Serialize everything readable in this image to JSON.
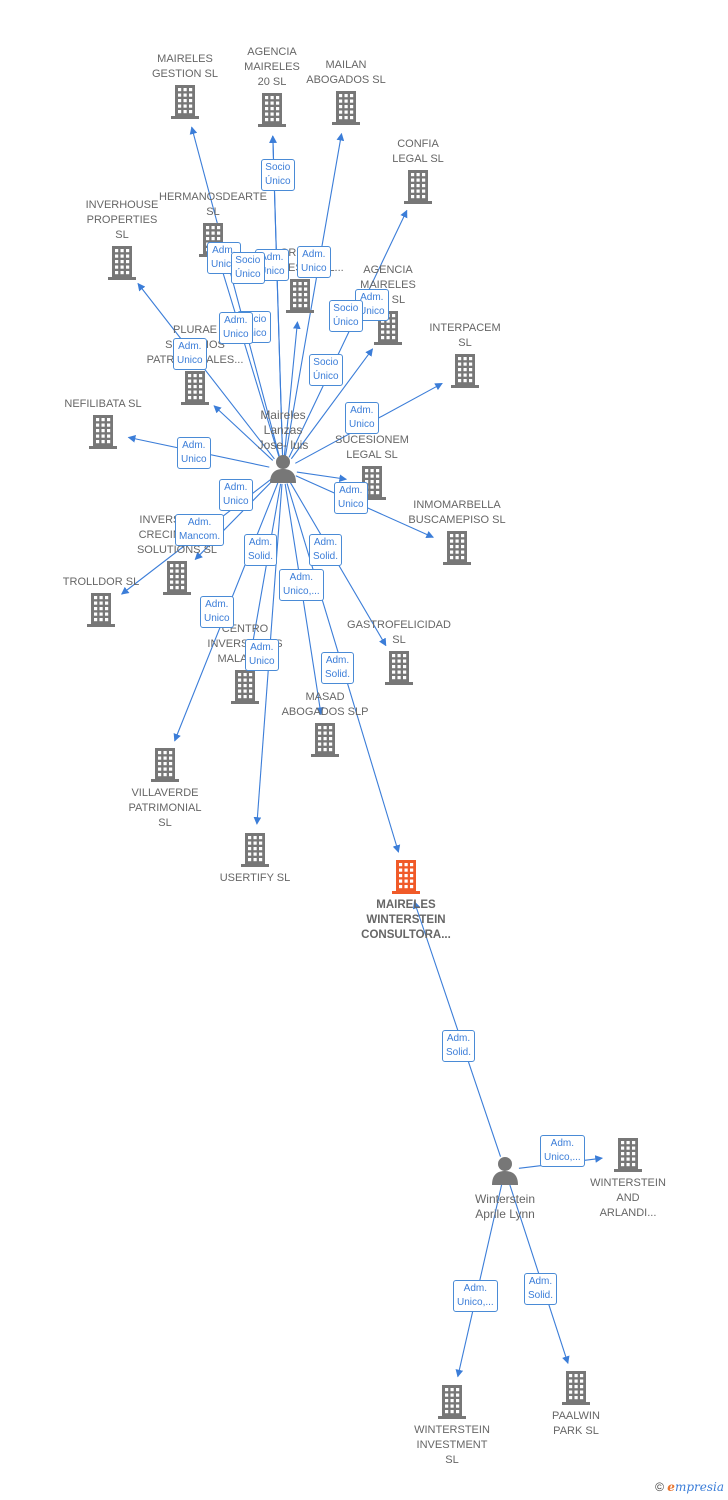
{
  "colors": {
    "edge": "#3b7dd8",
    "building": "#777777",
    "focus": "#f05a28",
    "person": "#777777"
  },
  "persons": [
    {
      "id": "p1",
      "label": "Maireles\nLanzas\nJose- luis"
    },
    {
      "id": "p2",
      "label": "Winterstein\nAprile Lynn"
    }
  ],
  "companies": [
    {
      "id": "c1",
      "label": "MAIRELES\nGESTION  SL"
    },
    {
      "id": "c2",
      "label": "AGENCIA\nMAIRELES\n20  SL"
    },
    {
      "id": "c3",
      "label": "MAILAN\nABOGADOS  SL"
    },
    {
      "id": "c4",
      "label": "CONFIA\nLEGAL  SL"
    },
    {
      "id": "c5",
      "label": "HERMANOSDEARTE\nSL"
    },
    {
      "id": "c6",
      "label": "INVERHOUSE\nPROPERTIES\nSL"
    },
    {
      "id": "c7",
      "label": "GRUPO\nEMPRESARIAL..."
    },
    {
      "id": "c8",
      "label": "AGENCIA\nMAIRELES\nXXI  SL"
    },
    {
      "id": "c9",
      "label": "INTERPACEM\nSL"
    },
    {
      "id": "c10",
      "label": "PLURAE\nSERVICIOS\nPATRIMONIALES..."
    },
    {
      "id": "c11",
      "label": "NEFILIBATA  SL"
    },
    {
      "id": "c12",
      "label": "SUCESIONEM\nLEGAL  SL"
    },
    {
      "id": "c13",
      "label": "INMOMARBELLA\nBUSCAMEPISO SL"
    },
    {
      "id": "c14",
      "label": "INVERSIONES\nCRECIMIENTO\nSOLUTIONS SL"
    },
    {
      "id": "c15",
      "label": "TROLLDOR  SL"
    },
    {
      "id": "c16",
      "label": "GASTROFELICIDAD\nSL"
    },
    {
      "id": "c17",
      "label": "CENTRO\nINVERSIONES\nMALAGA..."
    },
    {
      "id": "c18",
      "label": "MASAD\nABOGADOS SLP"
    },
    {
      "id": "c19",
      "label": "VILLAVERDE\nPATRIMONIAL\nSL"
    },
    {
      "id": "c20",
      "label": "USERTIFY  SL"
    },
    {
      "id": "c21",
      "label": "MAIRELES\nWINTERSTEIN\nCONSULTORA..."
    },
    {
      "id": "c22",
      "label": "WINTERSTEIN\nAND\nARLANDI..."
    },
    {
      "id": "c23",
      "label": "WINTERSTEIN\nINVESTMENT\nSL"
    },
    {
      "id": "c24",
      "label": "PAALWIN\nPARK  SL"
    }
  ],
  "edges": [
    {
      "from": "p1",
      "to": "c1",
      "label": "Adm.\nUnico"
    },
    {
      "from": "p1",
      "to": "c2",
      "label": "Socio\nÚnico"
    },
    {
      "from": "p1",
      "to": "c2",
      "label": "Adm.\nUnico"
    },
    {
      "from": "p1",
      "to": "c3",
      "label": "Adm.\nUnico"
    },
    {
      "from": "p1",
      "to": "c4",
      "label": "Adm.\nUnico"
    },
    {
      "from": "p1",
      "to": "c5",
      "label": "Socio\nÚnico"
    },
    {
      "from": "p1",
      "to": "c6",
      "label": "Adm.\nUnico"
    },
    {
      "from": "p1",
      "to": "c7",
      "label": "Socio\nÚnico"
    },
    {
      "from": "p1",
      "to": "c8",
      "label": "Socio\nÚnico"
    },
    {
      "from": "p1",
      "to": "c9",
      "label": "Adm.\nUnico"
    },
    {
      "from": "p1",
      "to": "c10",
      "label": "Adm.\nUnico"
    },
    {
      "from": "p1",
      "to": "c11",
      "label": "Adm.\nUnico"
    },
    {
      "from": "p1",
      "to": "c12",
      "label": "Socio\nÚnico"
    },
    {
      "from": "p1",
      "to": "c13",
      "label": "Adm.\nUnico"
    },
    {
      "from": "p1",
      "to": "c14",
      "label": "Adm.\nMancom."
    },
    {
      "from": "p1",
      "to": "c15",
      "label": "Adm.\nUnico"
    },
    {
      "from": "p1",
      "to": "c16",
      "label": "Adm.\nSolid."
    },
    {
      "from": "p1",
      "to": "c17",
      "label": "Adm.\nSolid."
    },
    {
      "from": "p1",
      "to": "c18",
      "label": "Adm.\nUnico,..."
    },
    {
      "from": "p1",
      "to": "c19",
      "label": "Adm.\nUnico"
    },
    {
      "from": "p1",
      "to": "c20",
      "label": "Adm.\nUnico"
    },
    {
      "from": "p1",
      "to": "c21",
      "label": "Adm.\nSolid."
    },
    {
      "from": "p2",
      "to": "c21",
      "label": "Adm.\nSolid."
    },
    {
      "from": "p2",
      "to": "c22",
      "label": "Adm.\nUnico,..."
    },
    {
      "from": "p2",
      "to": "c23",
      "label": "Adm.\nUnico,..."
    },
    {
      "from": "p2",
      "to": "c24",
      "label": "Adm.\nSolid."
    }
  ],
  "footer": {
    "copyright": "©",
    "brand_first": "e",
    "brand_rest": "mpresia"
  }
}
